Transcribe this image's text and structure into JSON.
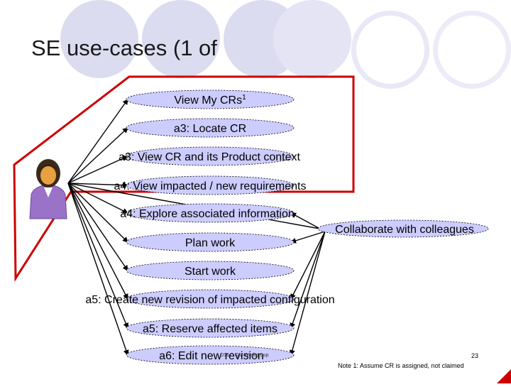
{
  "title": "SE use-cases (1 of",
  "use_cases": [
    {
      "id": "uc-view-my-crs",
      "label": "View My CRs",
      "sup": "1"
    },
    {
      "id": "uc-locate-cr",
      "label": "a3: Locate CR"
    },
    {
      "id": "uc-view-cr-context",
      "label": "a3: View CR and its Product context"
    },
    {
      "id": "uc-view-impacted",
      "label": "a4: View impacted / new requirements"
    },
    {
      "id": "uc-explore-info",
      "label": "a4: Explore associated information"
    },
    {
      "id": "uc-plan-work",
      "label": "Plan work"
    },
    {
      "id": "uc-start-work",
      "label": "Start work"
    },
    {
      "id": "uc-create-revision",
      "label": "a5: Create new revision of impacted configuration"
    },
    {
      "id": "uc-reserve-items",
      "label": "a5: Reserve affected items"
    },
    {
      "id": "uc-edit-revision",
      "label": "a6: Edit new revision"
    },
    {
      "id": "uc-collaborate",
      "label": "Collaborate with colleagues"
    }
  ],
  "footer": {
    "group": "OSLC QM Workgroup",
    "page_number": "23",
    "note": "Note 1: Assume CR is assigned, not claimed"
  },
  "colors": {
    "ellipse_fill": "#ccccff",
    "highlight_border": "#cc0000",
    "deco_circle": "#dcdcf0"
  }
}
